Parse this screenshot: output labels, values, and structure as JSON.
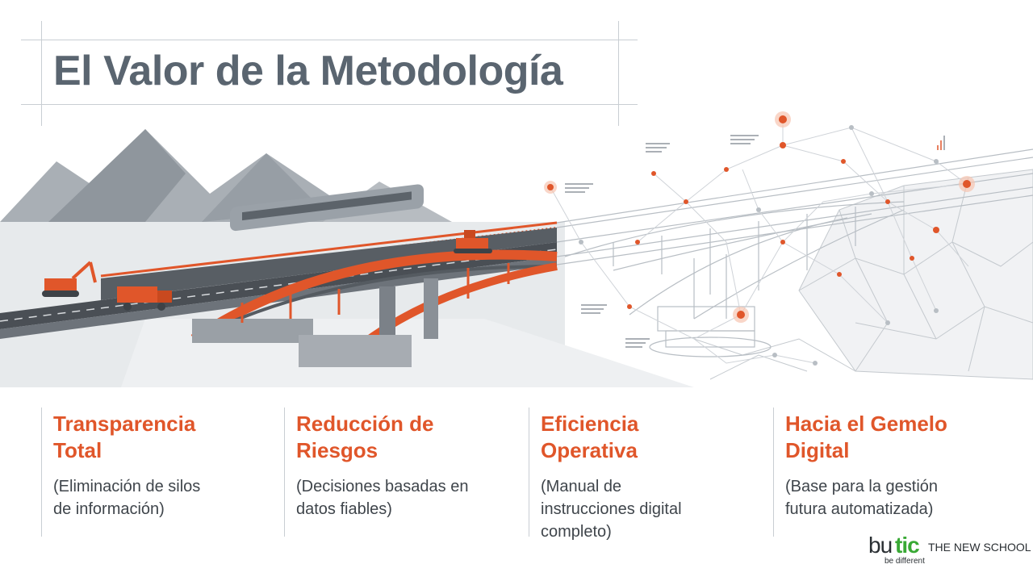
{
  "slide": {
    "title": "El Valor de la Metodología"
  },
  "features": [
    {
      "heading_line1": "Transparencia",
      "heading_line2": "Total",
      "desc_line1": "(Eliminación de silos",
      "desc_line2": "de información)",
      "desc_line3": ""
    },
    {
      "heading_line1": "Reducción de",
      "heading_line2": "Riesgos",
      "desc_line1": "(Decisiones basadas en",
      "desc_line2": "datos fiables)",
      "desc_line3": ""
    },
    {
      "heading_line1": "Eficiencia",
      "heading_line2": "Operativa",
      "desc_line1": "(Manual de",
      "desc_line2": "instrucciones digital",
      "desc_line3": "completo)"
    },
    {
      "heading_line1": "Hacia el Gemelo",
      "heading_line2": "Digital",
      "desc_line1": "(Base para la gestión",
      "desc_line2": "futura automatizada)",
      "desc_line3": ""
    }
  ],
  "logo": {
    "brand_part1": "bu",
    "brand_part2": "tic",
    "school": "THE NEW SCHOOL",
    "tagline": "be different"
  },
  "colors": {
    "accent": "#e0562a",
    "title": "#5a6570",
    "text": "#3f454b",
    "brand_green": "#39a935",
    "lines": "#c9ced3"
  }
}
